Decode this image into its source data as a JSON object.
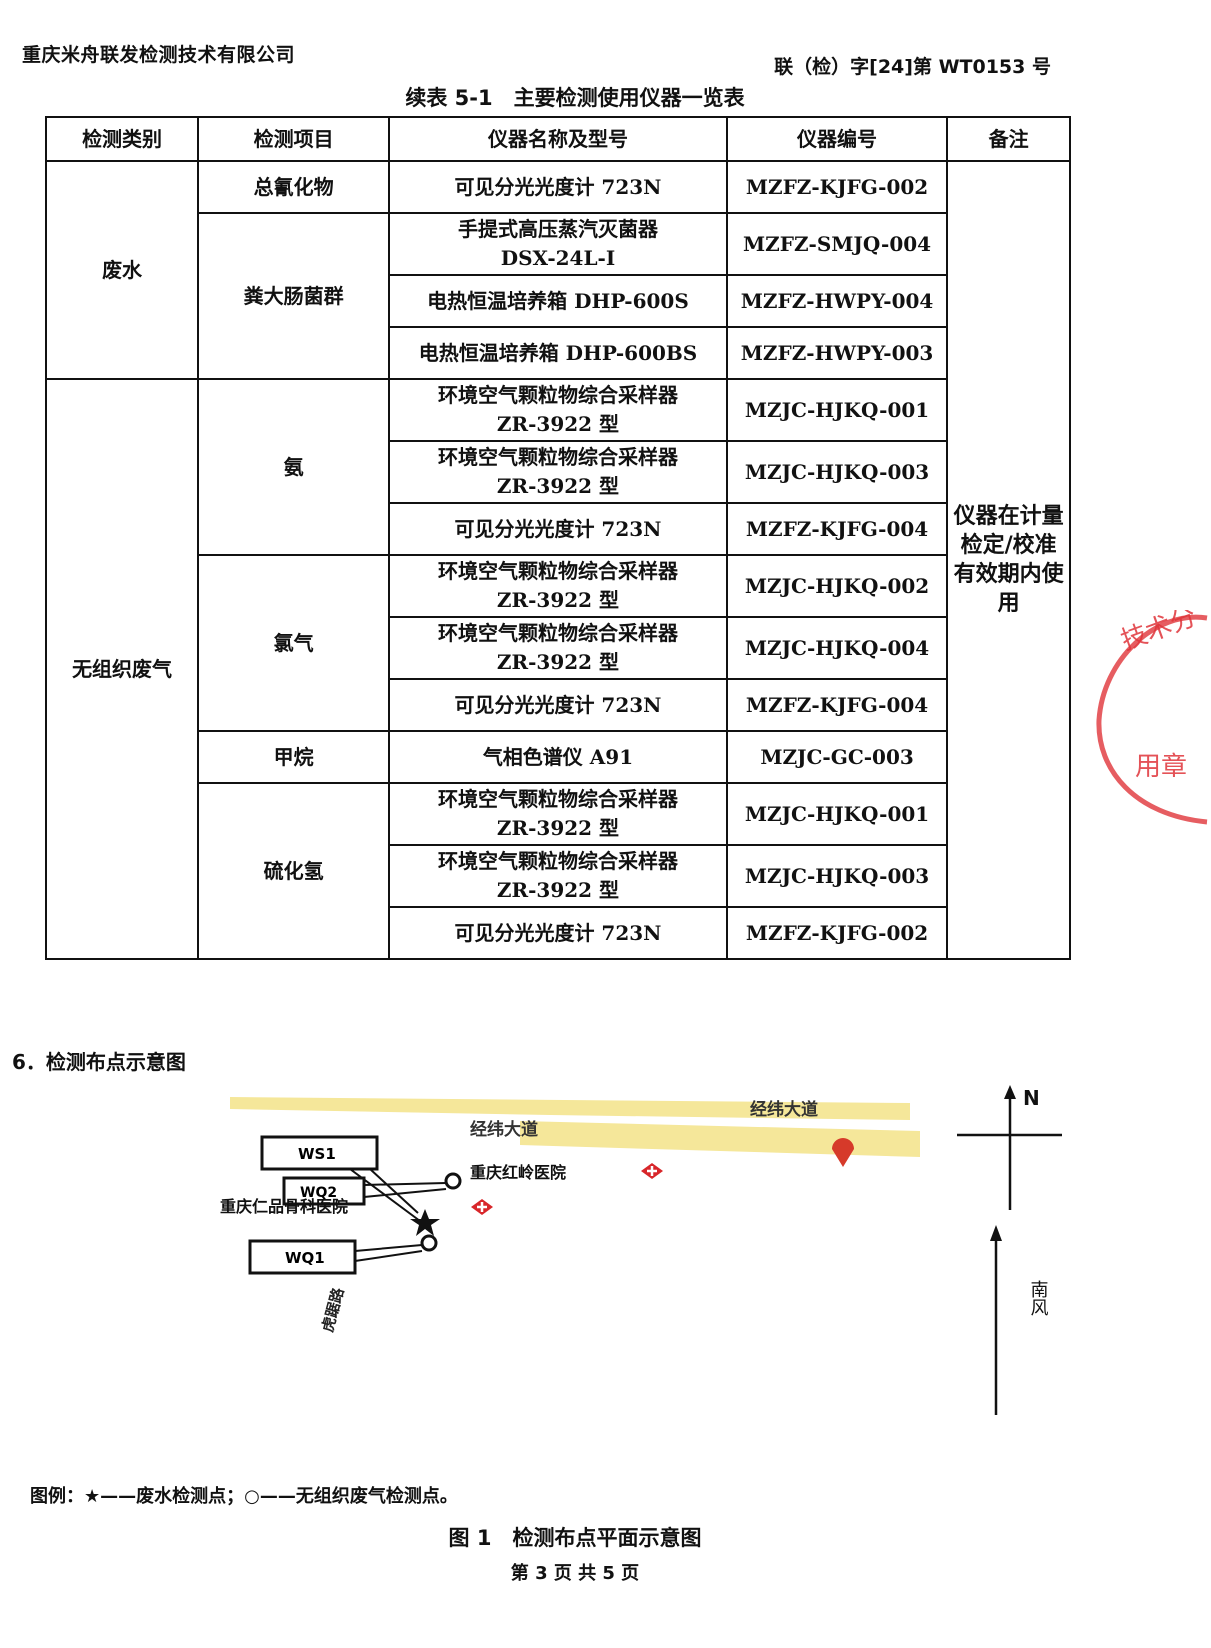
{
  "header": {
    "company": "重庆米舟联发检测技术有限公司",
    "report_no": "联（检）字[24]第 WT0153 号"
  },
  "table": {
    "caption": "续表 5-1　主要检测使用仪器一览表",
    "headers": [
      "检测类别",
      "检测项目",
      "仪器名称及型号",
      "仪器编号",
      "备注"
    ],
    "remark": "仪器在计量检定/校准有效期内使用",
    "groups": [
      {
        "category": "废水",
        "items": [
          {
            "name": "总氰化物",
            "instruments": [
              {
                "line1": "可见分光光度计  723N",
                "line2": "",
                "code": "MZFZ-KJFG-002"
              }
            ]
          },
          {
            "name": "粪大肠菌群",
            "instruments": [
              {
                "line1": "手提式高压蒸汽灭菌器",
                "line2": "DSX-24L-I",
                "code": "MZFZ-SMJQ-004"
              },
              {
                "line1": "电热恒温培养箱  DHP-600S",
                "line2": "",
                "code": "MZFZ-HWPY-004"
              },
              {
                "line1": "电热恒温培养箱  DHP-600BS",
                "line2": "",
                "code": "MZFZ-HWPY-003"
              }
            ]
          }
        ]
      },
      {
        "category": "无组织废气",
        "items": [
          {
            "name": "氨",
            "instruments": [
              {
                "line1": "环境空气颗粒物综合采样器",
                "line2": "ZR-3922 型",
                "code": "MZJC-HJKQ-001"
              },
              {
                "line1": "环境空气颗粒物综合采样器",
                "line2": "ZR-3922 型",
                "code": "MZJC-HJKQ-003"
              },
              {
                "line1": "可见分光光度计  723N",
                "line2": "",
                "code": "MZFZ-KJFG-004"
              }
            ]
          },
          {
            "name": "氯气",
            "instruments": [
              {
                "line1": "环境空气颗粒物综合采样器",
                "line2": "ZR-3922 型",
                "code": "MZJC-HJKQ-002"
              },
              {
                "line1": "环境空气颗粒物综合采样器",
                "line2": "ZR-3922 型",
                "code": "MZJC-HJKQ-004"
              },
              {
                "line1": "可见分光光度计  723N",
                "line2": "",
                "code": "MZFZ-KJFG-004"
              }
            ]
          },
          {
            "name": "甲烷",
            "instruments": [
              {
                "line1": "气相色谱仪  A91",
                "line2": "",
                "code": "MZJC-GC-003"
              }
            ]
          },
          {
            "name": "硫化氢",
            "instruments": [
              {
                "line1": "环境空气颗粒物综合采样器",
                "line2": "ZR-3922 型",
                "code": "MZJC-HJKQ-001"
              },
              {
                "line1": "环境空气颗粒物综合采样器",
                "line2": "ZR-3922 型",
                "code": "MZJC-HJKQ-003"
              },
              {
                "line1": "可见分光光度计  723N",
                "line2": "",
                "code": "MZFZ-KJFG-002"
              }
            ]
          }
        ]
      }
    ]
  },
  "section": {
    "title": "6．检测布点示意图"
  },
  "map": {
    "road_label_1": "经纬大道",
    "road_label_2": "经纬大道",
    "hospital_1": "重庆红岭医院",
    "hospital_2": "重庆仁品骨科医院",
    "street": "虎踞路",
    "point_ws1": "WS1",
    "point_wq2": "WQ2",
    "point_wq1": "WQ1",
    "north": "N",
    "wind": "南风",
    "road_color": "#f5e79a",
    "hospital_color": "#d8262a",
    "pin_color": "#d63a2a"
  },
  "legend": {
    "text": "图例：★——废水检测点；○——无组织废气检测点。"
  },
  "figure": {
    "caption": "图 1　检测布点平面示意图"
  },
  "page": {
    "text": "第 3 页 共 5 页"
  },
  "stamp": {
    "text": "技术分有限公司检测专用章",
    "color": "#e0343a"
  }
}
